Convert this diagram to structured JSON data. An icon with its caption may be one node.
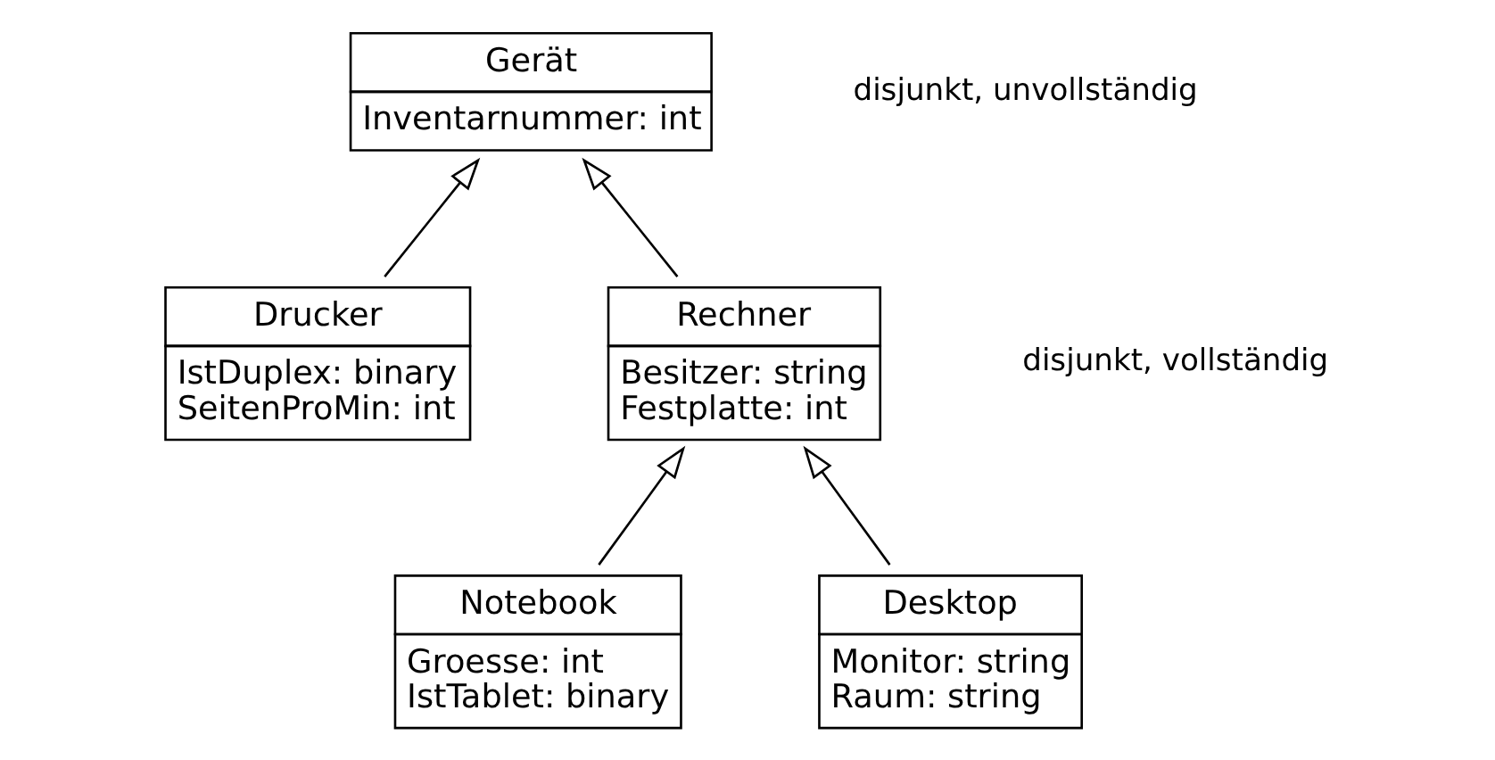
{
  "diagram": {
    "nodes": [
      {
        "text": [
          "Gerät",
          "Inventarnummer: int"
        ]
      },
      {
        "text": [
          "Drucker",
          "IstDuplex: binary",
          "SeitenProMin: int"
        ]
      },
      {
        "text": [
          "Rechner",
          "Besitzer: string",
          "Festplatte: int"
        ]
      },
      {
        "text": [
          "Notebook",
          "Groesse: int",
          "IstTablet: binary"
        ]
      },
      {
        "text": [
          "Desktop",
          "Monitor: string",
          "Raum: string"
        ]
      }
    ],
    "edges": [
      {
        "from": 1,
        "to": 0,
        "arrow": "to"
      },
      {
        "from": 2,
        "to": 0,
        "arrow": "to"
      },
      {
        "from": 3,
        "to": 2,
        "arrow": "to"
      },
      {
        "from": 4,
        "to": 2,
        "arrow": "to"
      }
    ],
    "labels": [
      "disjunkt, unvollständig",
      "disjunkt, vollständig"
    ]
  }
}
